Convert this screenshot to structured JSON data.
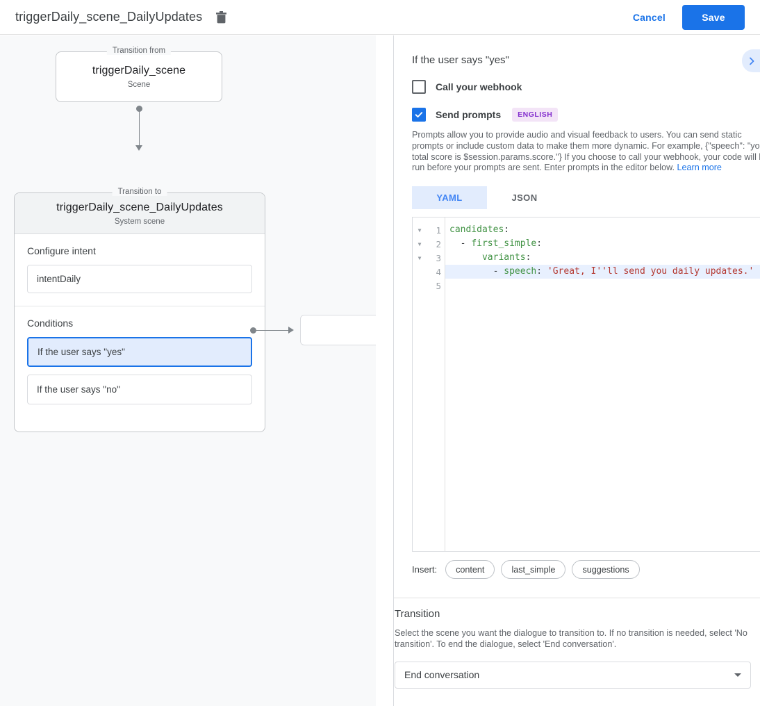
{
  "header": {
    "title": "triggerDaily_scene_DailyUpdates",
    "delete_icon": "trash-icon",
    "cancel_label": "Cancel",
    "save_label": "Save"
  },
  "graph": {
    "from": {
      "legend": "Transition from",
      "title": "triggerDaily_scene",
      "subtitle": "Scene"
    },
    "to": {
      "legend": "Transition to",
      "title": "triggerDaily_scene_DailyUpdates",
      "subtitle": "System scene",
      "intent_section_label": "Configure intent",
      "intent_value": "intentDaily",
      "conditions_section_label": "Conditions",
      "conditions": [
        {
          "label": "If the user says \"yes\"",
          "selected": true
        },
        {
          "label": "If the user says \"no\"",
          "selected": false
        }
      ]
    }
  },
  "detail": {
    "title": "If the user says \"yes\"",
    "expand_icon": "chevron-right-icon",
    "webhook": {
      "label": "Call your webhook",
      "checked": false
    },
    "prompts": {
      "label": "Send prompts",
      "checked": true,
      "language_badge": "ENGLISH",
      "description": "Prompts allow you to provide audio and visual feedback to users. You can send static prompts or include custom data to make them more dynamic. For example, {\"speech\": \"your total score is $session.params.score.\"} If you choose to call your webhook, your code will be run before your prompts are sent. Enter prompts in the editor below. ",
      "learn_more_label": "Learn more"
    },
    "editor": {
      "tabs": [
        {
          "label": "YAML",
          "active": true
        },
        {
          "label": "JSON",
          "active": false
        }
      ],
      "lines": [
        {
          "num": "1",
          "foldable": true,
          "highlight": false,
          "segments": [
            {
              "t": "candidates",
              "c": "tok-key"
            },
            {
              "t": ":",
              "c": "tok-punct"
            }
          ]
        },
        {
          "num": "2",
          "foldable": true,
          "highlight": false,
          "segments": [
            {
              "t": "  - ",
              "c": "tok-plain"
            },
            {
              "t": "first_simple",
              "c": "tok-key"
            },
            {
              "t": ":",
              "c": "tok-punct"
            }
          ]
        },
        {
          "num": "3",
          "foldable": true,
          "highlight": false,
          "segments": [
            {
              "t": "      ",
              "c": "tok-plain"
            },
            {
              "t": "variants",
              "c": "tok-key"
            },
            {
              "t": ":",
              "c": "tok-punct"
            }
          ]
        },
        {
          "num": "4",
          "foldable": false,
          "highlight": true,
          "segments": [
            {
              "t": "        - ",
              "c": "tok-plain"
            },
            {
              "t": "speech",
              "c": "tok-key"
            },
            {
              "t": ": ",
              "c": "tok-punct"
            },
            {
              "t": "'Great, I''ll send you daily updates.'",
              "c": "tok-str"
            }
          ]
        },
        {
          "num": "5",
          "foldable": false,
          "highlight": false,
          "segments": []
        }
      ],
      "insert_label": "Insert:",
      "insert_chips": [
        "content",
        "last_simple",
        "suggestions"
      ]
    },
    "transition": {
      "title": "Transition",
      "description": "Select the scene you want the dialogue to transition to. If no transition is needed, select 'No transition'. To end the dialogue, select 'End conversation'.",
      "selected": "End conversation"
    }
  },
  "colors": {
    "accent": "#1a73e8",
    "accent_light": "#e2ecfd",
    "badge_bg": "#f3e4f7",
    "badge_fg": "#8430ce",
    "canvas": "#f8f9fa",
    "yaml_key": "#3f9142",
    "yaml_string": "#b3362e"
  }
}
